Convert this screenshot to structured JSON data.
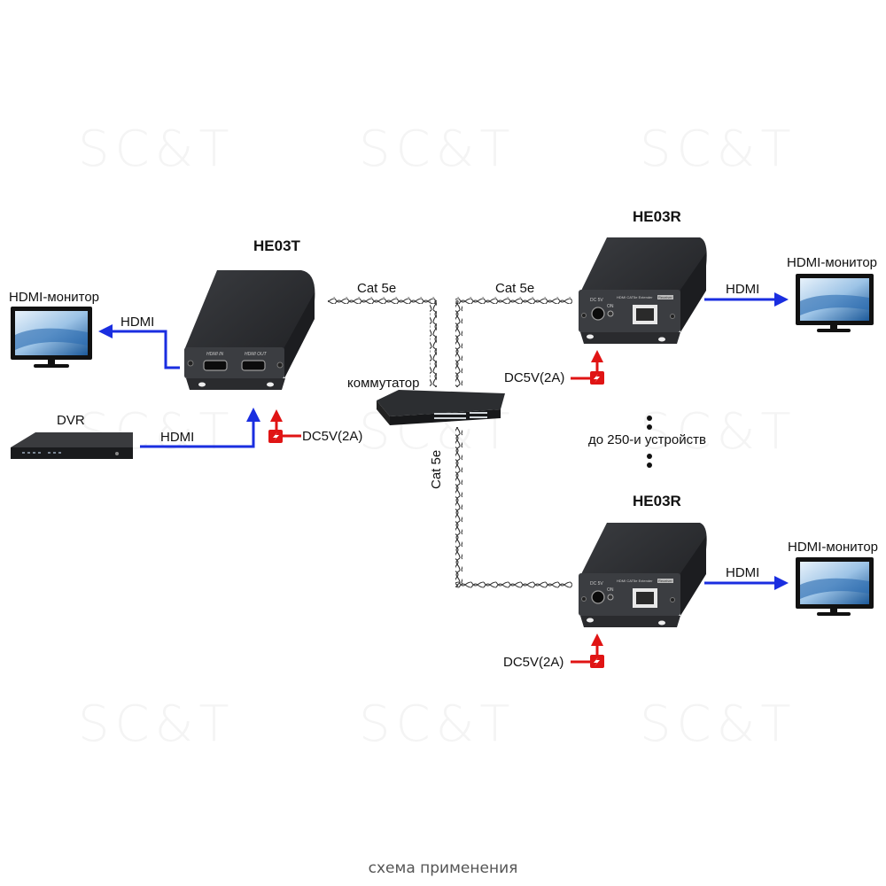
{
  "watermark": "SC&T",
  "caption": "схема применения",
  "colors": {
    "hdmi_arrow": "#1a2ee0",
    "power_arrow": "#e01414",
    "device_body": "#2b2d30"
  },
  "transmitter": {
    "title": "HE03T",
    "port_labels": [
      "HDMI IN",
      "HDMI OUT"
    ],
    "power": "DC5V(2A)"
  },
  "source": {
    "title": "DVR",
    "link_label": "HDMI"
  },
  "local_monitor": {
    "title": "HDMI-монитор",
    "link_label": "HDMI"
  },
  "switch": {
    "title": "коммутатор"
  },
  "cables": {
    "tx_to_switch": "Cat 5e",
    "switch_to_rx1": "Cat 5e",
    "switch_to_rx2": "Cat 5e"
  },
  "receivers": [
    {
      "title": "HE03R",
      "panel_labels": [
        "DC 5V",
        "ON",
        "HDMI CAT5e Extender",
        "Receiver"
      ],
      "power": "DC5V(2A)",
      "monitor_title": "HDMI-монитор",
      "link_label": "HDMI"
    },
    {
      "title": "HE03R",
      "panel_labels": [
        "DC 5V",
        "ON",
        "HDMI CAT5e Extender",
        "Receiver"
      ],
      "power": "DC5V(2A)",
      "monitor_title": "HDMI-монитор",
      "link_label": "HDMI"
    }
  ],
  "scale_note": "до 250-и устройств"
}
